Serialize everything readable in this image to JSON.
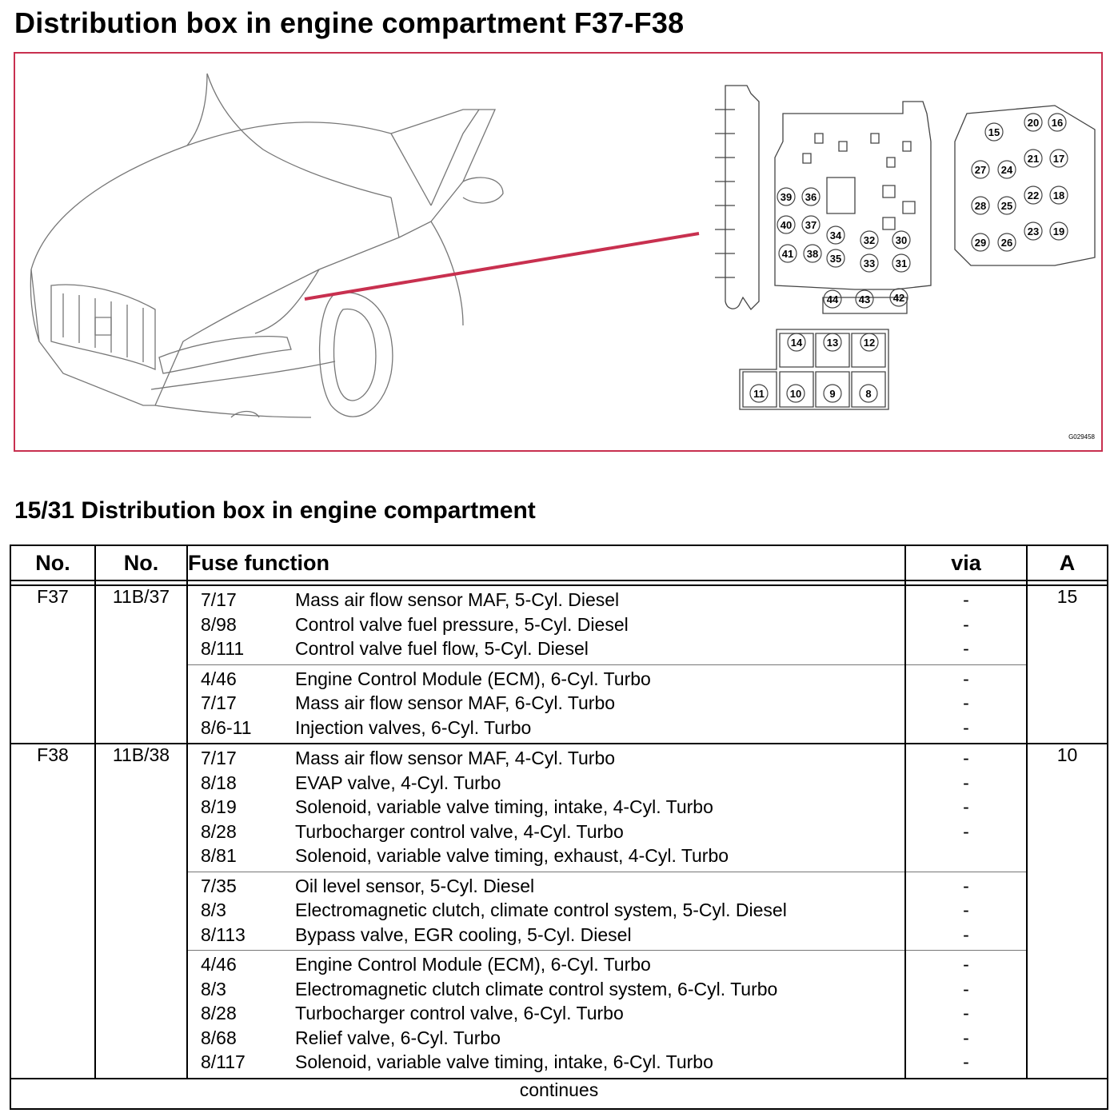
{
  "title": "Distribution box in engine compartment F37-F38",
  "figure": {
    "code": "G029458",
    "labels": [
      "15",
      "16",
      "17",
      "18",
      "19",
      "20",
      "21",
      "22",
      "23",
      "24",
      "25",
      "26",
      "27",
      "28",
      "29",
      "30",
      "31",
      "32",
      "33",
      "34",
      "35",
      "36",
      "37",
      "38",
      "39",
      "40",
      "41",
      "42",
      "43",
      "44",
      "8",
      "9",
      "10",
      "11",
      "12",
      "13",
      "14"
    ],
    "highlight_color": "#c8304f"
  },
  "section_title": "15/31 Distribution box in engine compartment",
  "table": {
    "headers": {
      "no1": "No.",
      "no2": "No.",
      "function": "Fuse function",
      "via": "via",
      "a": "A"
    },
    "rows": [
      {
        "fuse": "F37",
        "conn": "11B/37",
        "amps": "15",
        "groups": [
          [
            {
              "code": "7/17",
              "desc": "Mass air flow sensor MAF, 5-Cyl. Diesel",
              "via": "-"
            },
            {
              "code": "8/98",
              "desc": "Control valve fuel pressure, 5-Cyl. Diesel",
              "via": "-"
            },
            {
              "code": "8/111",
              "desc": "Control valve fuel flow, 5-Cyl. Diesel",
              "via": "-"
            }
          ],
          [
            {
              "code": "4/46",
              "desc": "Engine Control Module (ECM), 6-Cyl. Turbo",
              "via": "-"
            },
            {
              "code": "7/17",
              "desc": "Mass air flow sensor MAF, 6-Cyl. Turbo",
              "via": "-"
            },
            {
              "code": "8/6-11",
              "desc": "Injection valves, 6-Cyl. Turbo",
              "via": "-"
            }
          ]
        ]
      },
      {
        "fuse": "F38",
        "conn": "11B/38",
        "amps": "10",
        "groups": [
          [
            {
              "code": "7/17",
              "desc": "Mass air flow sensor MAF, 4-Cyl. Turbo",
              "via": "-"
            },
            {
              "code": "8/18",
              "desc": "EVAP valve, 4-Cyl. Turbo",
              "via": "-"
            },
            {
              "code": "8/19",
              "desc": "Solenoid, variable valve timing, intake, 4-Cyl. Turbo",
              "via": "-"
            },
            {
              "code": "8/28",
              "desc": "Turbocharger control valve, 4-Cyl. Turbo",
              "via": "-"
            },
            {
              "code": "8/81",
              "desc": "Solenoid, variable valve timing, exhaust, 4-Cyl. Turbo",
              "via": ""
            }
          ],
          [
            {
              "code": "7/35",
              "desc": "Oil level sensor, 5-Cyl. Diesel",
              "via": "-"
            },
            {
              "code": "8/3",
              "desc": "Electromagnetic clutch, climate control system, 5-Cyl. Diesel",
              "via": "-"
            },
            {
              "code": "8/113",
              "desc": "Bypass valve, EGR cooling, 5-Cyl. Diesel",
              "via": "-"
            }
          ],
          [
            {
              "code": "4/46",
              "desc": "Engine Control Module (ECM), 6-Cyl. Turbo",
              "via": "-"
            },
            {
              "code": "8/3",
              "desc": "Electromagnetic clutch climate control system, 6-Cyl. Turbo",
              "via": "-"
            },
            {
              "code": "8/28",
              "desc": "Turbocharger control valve, 6-Cyl. Turbo",
              "via": "-"
            },
            {
              "code": "8/68",
              "desc": "Relief valve, 6-Cyl. Turbo",
              "via": "-"
            },
            {
              "code": "8/117",
              "desc": "Solenoid, variable valve timing, intake, 6-Cyl. Turbo",
              "via": "-"
            }
          ]
        ]
      }
    ],
    "footer": "continues"
  }
}
